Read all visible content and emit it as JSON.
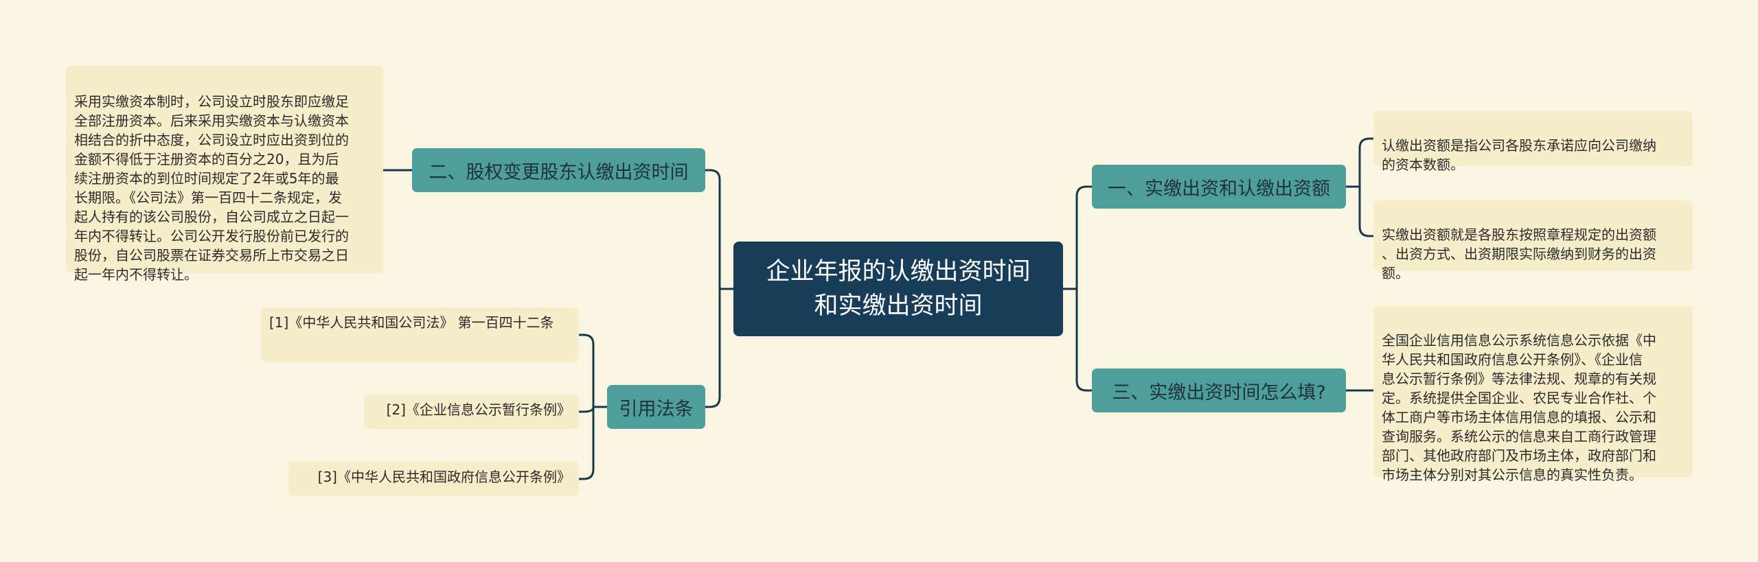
{
  "root": {
    "title": "企业年报的认缴出资时间\n和实缴出资时间"
  },
  "branches": {
    "equity_change": {
      "label": "二、股权变更股东认缴出资时间",
      "detail": "采用实缴资本制时，公司设立时股东即应缴足\n全部注册资本。后来采用实缴资本与认缴资本\n相结合的折中态度，公司设立时应出资到位的\n金额不得低于注册资本的百分之20，且为后\n续注册资本的到位时间规定了2年或5年的最\n长期限。《公司法》第一百四十二条规定，发\n起人持有的该公司股份，自公司成立之日起一\n年内不得转让。公司公开发行股份前已发行的\n股份，自公司股票在证券交易所上市交易之日\n起一年内不得转让。"
    },
    "citations": {
      "label": "引用法条",
      "items": [
        "[1]《中华人民共和国公司法》 第一百四十二条",
        "[2]《企业信息公示暂行条例》",
        "[3]《中华人民共和国政府信息公开条例》"
      ]
    },
    "paid_vs_subscribed": {
      "label": "一、实缴出资和认缴出资额",
      "details": [
        "认缴出资额是指公司各股东承诺应向公司缴纳\n的资本数额。",
        "实缴出资额就是各股东按照章程规定的出资额\n、出资方式、出资期限实际缴纳到财务的出资\n额。"
      ]
    },
    "how_to_fill": {
      "label": "三、实缴出资时间怎么填?",
      "detail": "全国企业信用信息公示系统信息公示依据《中\n华人民共和国政府信息公开条例》、《企业信\n息公示暂行条例》等法律法规、规章的有关规\n定。系统提供全国企业、农民专业合作社、个\n体工商户等市场主体信用信息的填报、公示和\n查询服务。系统公示的信息来自工商行政管理\n部门、其他政府部门及市场主体，政府部门和\n市场主体分别对其公示信息的真实性负责。"
    }
  },
  "colors": {
    "background": "#fbf6e1",
    "root": "#173d59",
    "branch": "#4e9e9b",
    "leaf": "#f6edcb",
    "connector": "#17394e"
  }
}
